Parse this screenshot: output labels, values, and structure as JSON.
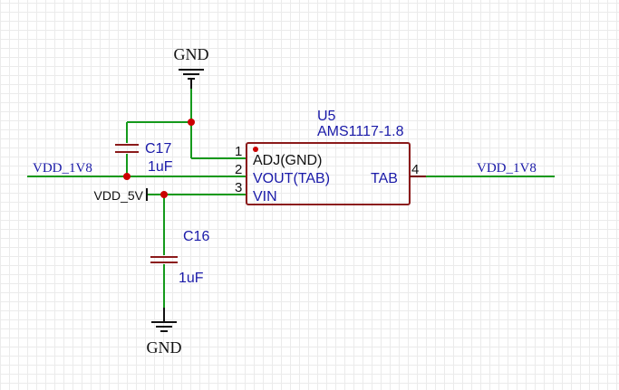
{
  "ic": {
    "ref": "U5",
    "value": "AMS1117-1.8",
    "pins": [
      {
        "num": "1",
        "name": "ADJ(GND)"
      },
      {
        "num": "2",
        "name": "VOUT(TAB)"
      },
      {
        "num": "3",
        "name": "VIN"
      },
      {
        "num": "4",
        "name": "TAB"
      }
    ]
  },
  "c17": {
    "ref": "C17",
    "value": "1uF"
  },
  "c16": {
    "ref": "C16",
    "value": "1uF"
  },
  "nets": {
    "gnd_top": "GND",
    "gnd_bottom": "GND",
    "vdd_1v8_left": "VDD_1V8",
    "vdd_1v8_right": "VDD_1V8",
    "vdd_5v": "VDD_5V"
  },
  "colors": {
    "wire": "#159a1c",
    "component": "#8b1a1a",
    "junction": "#cc0000",
    "label": "#1a1aa8"
  }
}
